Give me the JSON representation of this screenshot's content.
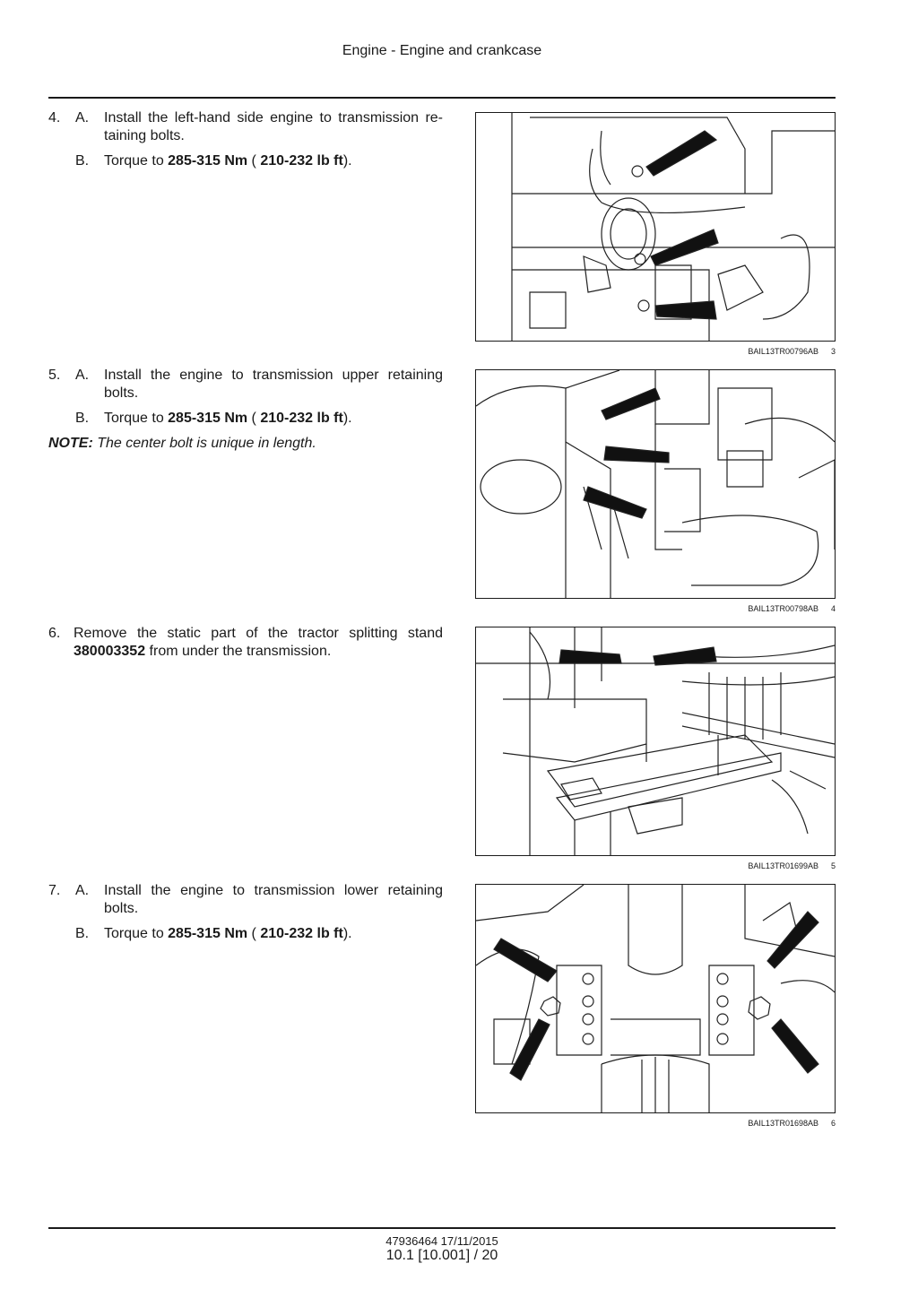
{
  "header": {
    "title": "Engine - Engine and crankcase"
  },
  "steps": [
    {
      "number": "4.",
      "a": {
        "label": "A.",
        "text": "Install the left-hand side engine to transmission re-taining bolts."
      },
      "b": {
        "label": "B.",
        "pre": "Torque to ",
        "torque_nm": "285-315 Nm",
        "mid": " ( ",
        "torque_lbft": "210-232 lb ft",
        "post": ")."
      }
    },
    {
      "number": "5.",
      "a": {
        "label": "A.",
        "text": "Install the engine to transmission upper retaining bolts."
      },
      "b": {
        "label": "B.",
        "pre": "Torque to ",
        "torque_nm": "285-315 Nm",
        "mid": " ( ",
        "torque_lbft": "210-232 lb ft",
        "post": ")."
      },
      "note": {
        "label": "NOTE:",
        "text": " The center bolt is unique in length."
      }
    },
    {
      "number": "6.",
      "pre": "Remove the static part of the tractor splitting stand ",
      "part_number": "380003352",
      "post": " from under the transmission."
    },
    {
      "number": "7.",
      "a": {
        "label": "A.",
        "text": "Install the engine to transmission lower retaining bolts."
      },
      "b": {
        "label": "B.",
        "pre": "Torque to ",
        "torque_nm": "285-315 Nm",
        "mid": " ( ",
        "torque_lbft": "210-232 lb ft",
        "post": ")."
      }
    }
  ],
  "figures": [
    {
      "code": "BAIL13TR00796AB",
      "number": "3"
    },
    {
      "code": "BAIL13TR00798AB",
      "number": "4"
    },
    {
      "code": "BAIL13TR01699AB",
      "number": "5"
    },
    {
      "code": "BAIL13TR01698AB",
      "number": "6"
    }
  ],
  "footer": {
    "doc_id": "47936464 17/11/2015",
    "page": "10.1 [10.001] / 20"
  }
}
